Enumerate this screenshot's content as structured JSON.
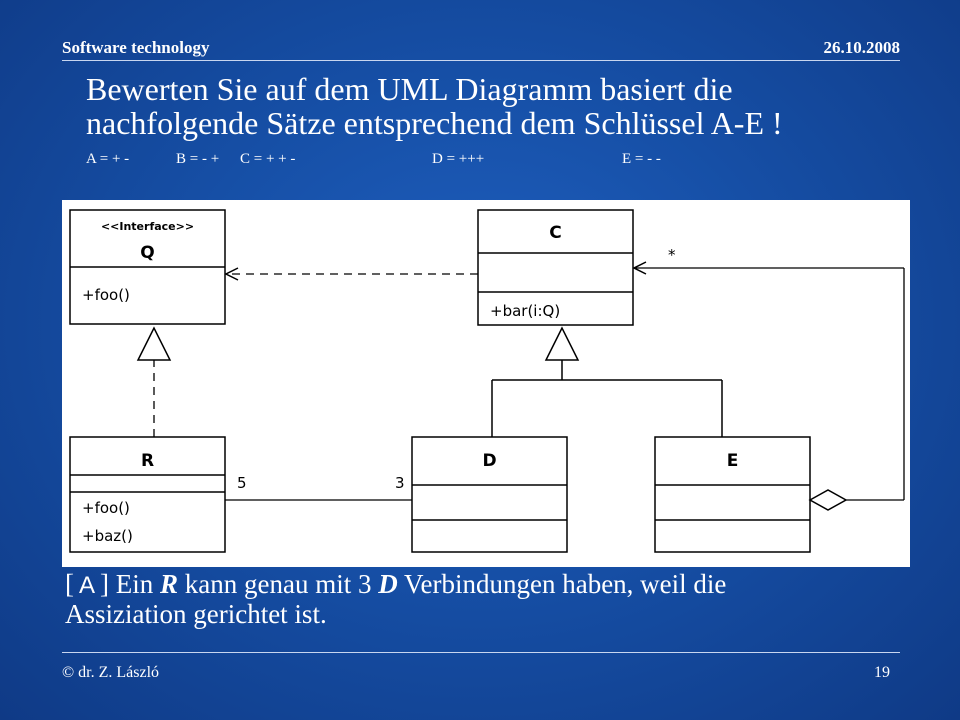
{
  "header": {
    "course": "Software technology",
    "date": "26.10.2008"
  },
  "title": {
    "line1": "Bewerten Sie auf dem UML Diagramm basiert die",
    "line2": "nachfolgende Sätze entsprechend dem Schlüssel A-E !"
  },
  "key": {
    "a": "A = + -",
    "b": "B = - +",
    "c": "C = + + -",
    "d": "D = +++",
    "e": "E = - -"
  },
  "diagram": {
    "q": {
      "stereotype": "<<Interface>>",
      "name": "Q",
      "ops": [
        "+foo()"
      ]
    },
    "c": {
      "name": "C",
      "ops": [
        "+bar(i:Q)"
      ]
    },
    "r": {
      "name": "R",
      "ops": [
        "+foo()",
        "+baz()"
      ]
    },
    "d": {
      "name": "D"
    },
    "e": {
      "name": "E"
    },
    "multiplicities": {
      "r_end": "5",
      "d_end": "3",
      "c_star": "*"
    }
  },
  "statement": {
    "bracket_open": "[",
    "answer": "A",
    "bracket_close": "]",
    "text_part1": " Ein ",
    "r": "R",
    "text_part2": " kann genau mit 3 ",
    "d": "D",
    "text_part3": " Verbindungen haben, weil die",
    "text_line2": "Assiziation gerichtet ist."
  },
  "footer": {
    "author": "© dr. Z. László",
    "page": "19"
  },
  "colors": {
    "background": "#164fa6",
    "text": "#ffffff",
    "diagram_bg": "#ffffff"
  }
}
